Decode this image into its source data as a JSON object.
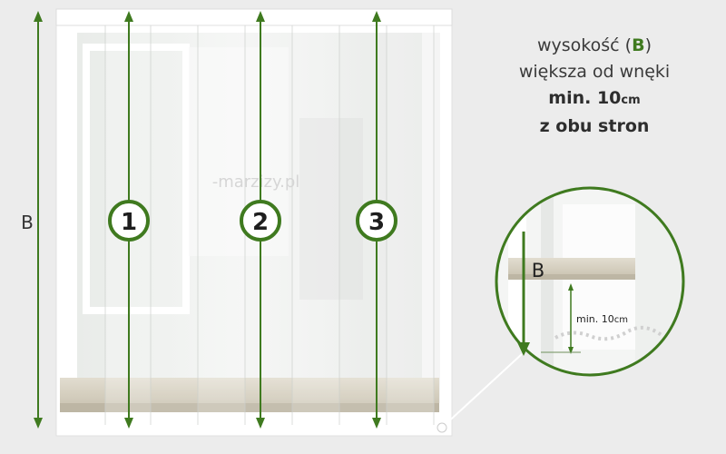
{
  "diagram": {
    "outer_dimension_label": "B",
    "strip_markers": [
      "1",
      "2",
      "3"
    ],
    "watermark": "-marzizy.pl",
    "caption": {
      "line1_text": "wysokość",
      "line1_paren_open": "(",
      "line1_highlight": "B",
      "line1_paren_close": ")",
      "line2": "większa od wnęki",
      "line3_value": "min. 10",
      "line3_unit": "cm",
      "line4": "z obu stron"
    },
    "inset": {
      "label": "B",
      "measure_value": "min. 10",
      "measure_unit": "cm"
    },
    "colors": {
      "accent": "#3f7a1f",
      "background": "#eeeeee",
      "frame": "#ffffff",
      "sill": "#d8d3c5",
      "text": "#3a3a3a"
    }
  }
}
